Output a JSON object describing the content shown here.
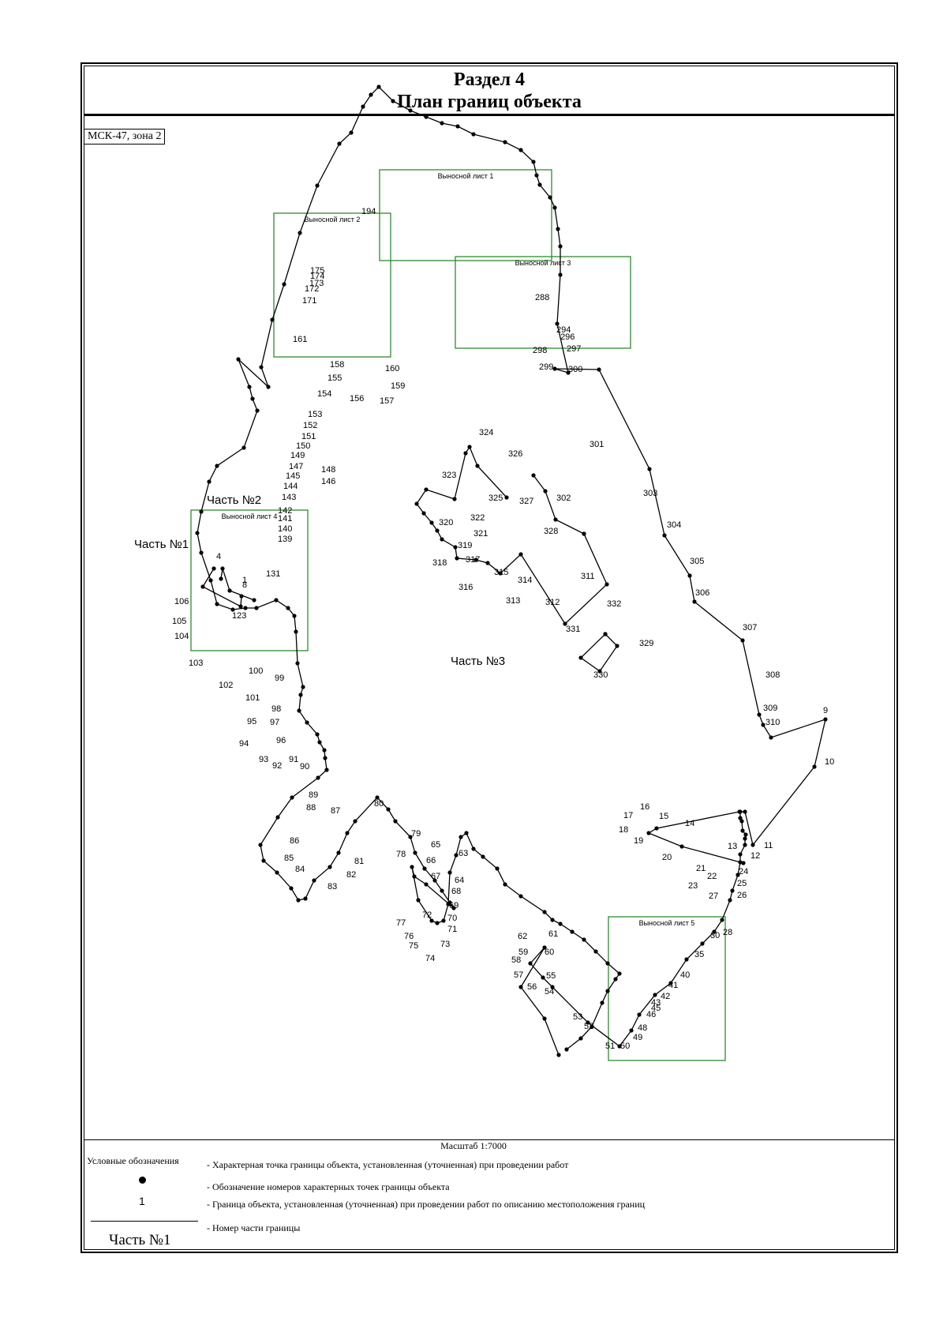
{
  "header": {
    "title": "Раздел 4",
    "subtitle": "План границ объекта"
  },
  "crs_label": "МСК-47, зона 2",
  "scale_label": "Масштаб 1:7000",
  "colors": {
    "line": "#000000",
    "frame": "#2e8b2e"
  },
  "insets": [
    {
      "label": "Выносной лист 1"
    },
    {
      "label": "Выносной лист 2"
    },
    {
      "label": "Выносной лист 3"
    },
    {
      "label": "Выносной лист 4"
    },
    {
      "label": "Выносной лист 5"
    }
  ],
  "parts": [
    "Часть №1",
    "Часть №2",
    "Часть №3"
  ],
  "point_labels": [
    "1",
    "4",
    "8",
    "9",
    "10",
    "11",
    "12",
    "13",
    "14",
    "15",
    "16",
    "17",
    "18",
    "19",
    "20",
    "21",
    "22",
    "23",
    "24",
    "25",
    "26",
    "27",
    "28",
    "30",
    "35",
    "40",
    "41",
    "42",
    "43",
    "45",
    "46",
    "48",
    "49",
    "50",
    "51",
    "52",
    "53",
    "54",
    "55",
    "56",
    "57",
    "58",
    "59",
    "60",
    "61",
    "62",
    "63",
    "64",
    "65",
    "66",
    "67",
    "68",
    "69",
    "70",
    "71",
    "72",
    "73",
    "74",
    "75",
    "76",
    "77",
    "78",
    "79",
    "80",
    "81",
    "82",
    "83",
    "84",
    "85",
    "86",
    "87",
    "88",
    "89",
    "90",
    "91",
    "92",
    "93",
    "94",
    "95",
    "96",
    "97",
    "98",
    "99",
    "100",
    "101",
    "102",
    "103",
    "104",
    "105",
    "106",
    "123",
    "131",
    "139",
    "140",
    "141",
    "142",
    "143",
    "144",
    "145",
    "146",
    "147",
    "148",
    "149",
    "150",
    "151",
    "152",
    "153",
    "154",
    "155",
    "156",
    "157",
    "158",
    "159",
    "160",
    "161",
    "171",
    "172",
    "173",
    "174",
    "175",
    "194",
    "288",
    "294",
    "296",
    "297",
    "298",
    "299",
    "300",
    "301",
    "302",
    "303",
    "304",
    "305",
    "306",
    "307",
    "308",
    "309",
    "310",
    "311",
    "312",
    "313",
    "314",
    "315",
    "316",
    "317",
    "318",
    "319",
    "320",
    "321",
    "322",
    "323",
    "324",
    "325",
    "326",
    "327",
    "328",
    "329",
    "330",
    "331",
    "332"
  ],
  "legend": {
    "title": "Условные обозначения",
    "number_sample": "1",
    "part_sample": "Часть №1",
    "items": [
      "- Характерная точка границы объекта, установленная (уточненная) при проведении работ",
      "- Обозначение номеров характерных точек границы объекта",
      "- Граница объекта, установленная (уточненная) при проведении работ по описанию местоположения границ",
      "- Номер части границы"
    ]
  }
}
